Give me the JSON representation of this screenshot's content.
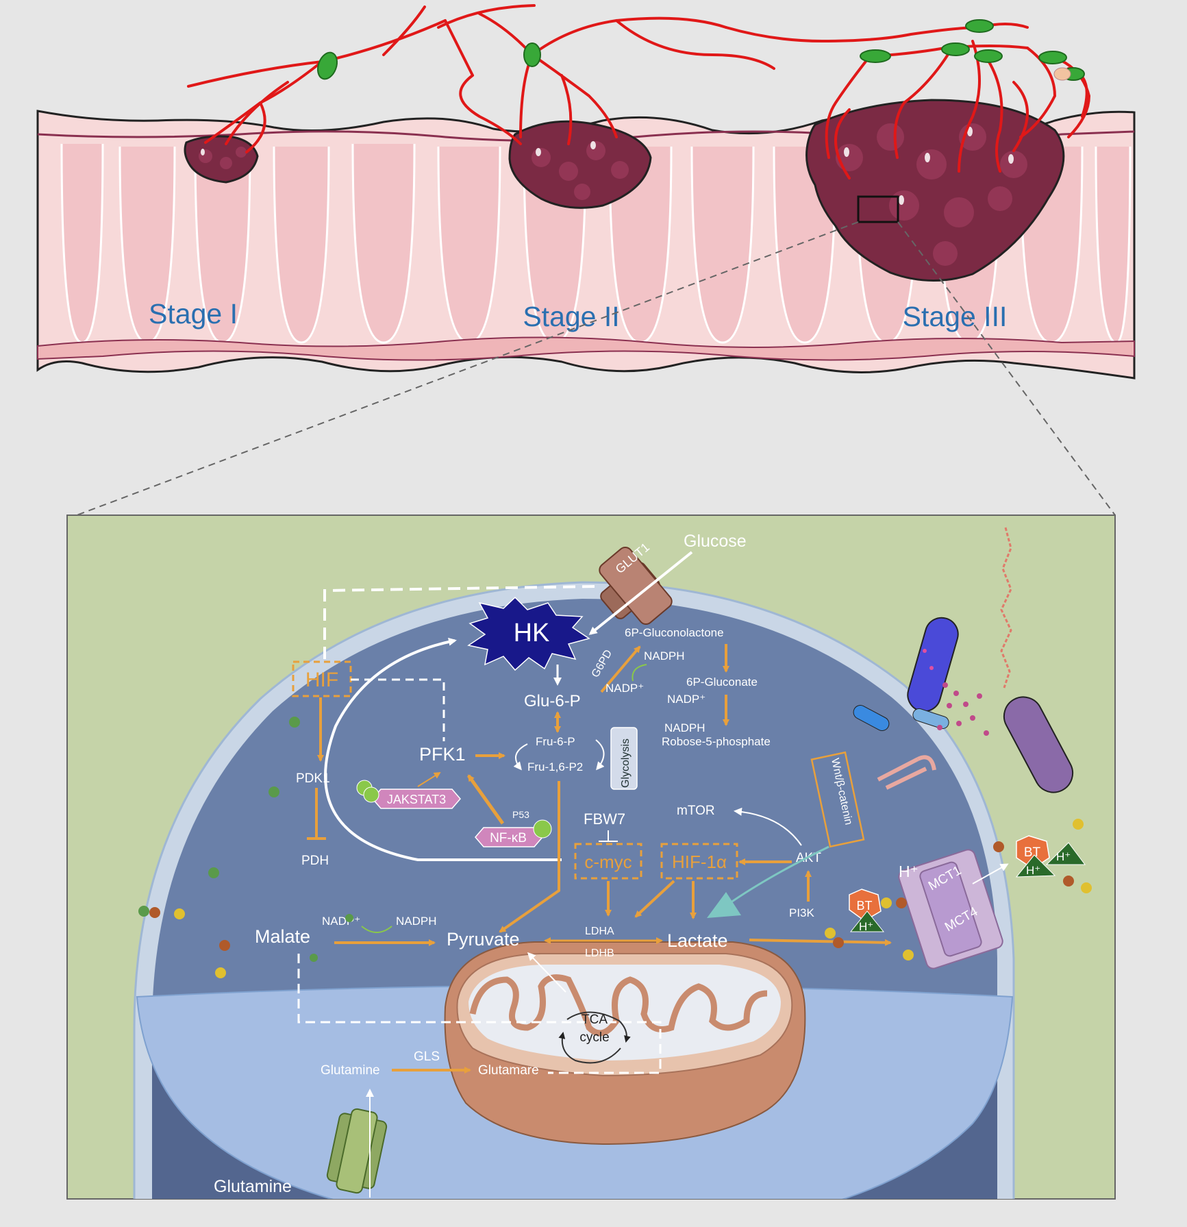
{
  "stages": {
    "stage1": "Stage I",
    "stage2": "Stage II",
    "stage3": "Stage III"
  },
  "cell": {
    "glucose": "Glucose",
    "glut1": "GLUT1",
    "hk": "HK",
    "hif": "HIF",
    "pdk1": "PDK1",
    "pdh": "PDH",
    "pfk1": "PFK1",
    "jakstat3": "JAKSTAT3",
    "p53": "P53",
    "nfkb": "NF-κB",
    "glu6p": "Glu-6-P",
    "g6pd": "G6PD",
    "nadp_plus_1": "NADP⁺",
    "nadph_1": "NADPH",
    "gluconolactone": "6P-Gluconolactone",
    "gluconate": "6P-Gluconate",
    "nadp_plus_2": "NADP⁺",
    "nadph_2": "NADPH",
    "ribose": "Robose-5-phosphate",
    "fru6p": "Fru-6-P",
    "fru16p2": "Fru-1,6-P2",
    "glycolysis": "Glycolysis",
    "fbw7": "FBW7",
    "mtor": "mTOR",
    "wnt": "Wnt/β-catenin",
    "cmyc": "c-myc",
    "hif1a": "HIF-1α",
    "akt": "AKT",
    "pi3k": "PI3K",
    "ldha": "LDHA",
    "ldhb": "LDHB",
    "malate": "Malate",
    "nadp_plus_3": "NADP⁺",
    "nadph_3": "NADPH",
    "pyruvate": "Pyruvate",
    "lactate": "Lactate",
    "tca": "TCA",
    "cycle": "cycle",
    "glutamine_in": "Glutamine",
    "gls": "GLS",
    "glutamare": "Glutamare",
    "glutamine_out": "Glutamine",
    "hplus": "H⁺",
    "bt": "BT",
    "mct1": "MCT1",
    "mct4": "MCT4"
  },
  "colors": {
    "background": "#e6e6e6",
    "colon_wall": "#f7d6d6",
    "tumor": "#7b2a44",
    "vessel": "#e01818",
    "stage_label": "#2a6fb0",
    "extracellular": "#c5d3a8",
    "cytoplasm": "#6a80a9",
    "nucleus_region": "#53668f",
    "orange_arrow": "#e8a03c",
    "mitochondrion": "#d0957a"
  }
}
